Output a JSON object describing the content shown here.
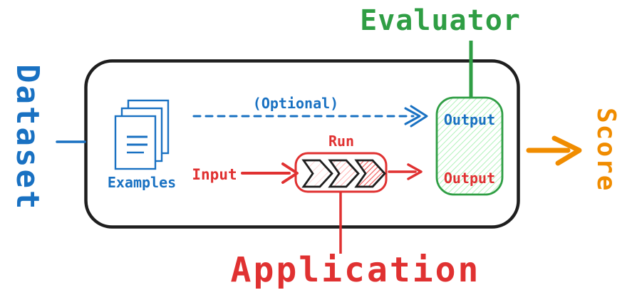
{
  "diagram": {
    "outer_labels": {
      "dataset": "Dataset",
      "evaluator": "Evaluator",
      "score": "Score",
      "application": "Application"
    },
    "inner_labels": {
      "examples": "Examples",
      "optional": "(Optional)",
      "input": "Input",
      "run": "Run",
      "evaluator_output": "Output",
      "application_output": "Output"
    },
    "colors": {
      "dataset_blue": "#1971c2",
      "evaluator_green": "#2f9e44",
      "application_red": "#e03131",
      "score_orange": "#f08c00",
      "outline_black": "#1e1e1e",
      "green_hatch_fill": "#b2f2bb",
      "red_hatch_light": "#ffd3d3",
      "red_hatch_medium": "#ffb0b0",
      "red_hatch_dense": "#f25555"
    },
    "icons": {
      "examples_icon": "documents-icon",
      "run_icon": "pipeline-chevrons-icon"
    }
  }
}
